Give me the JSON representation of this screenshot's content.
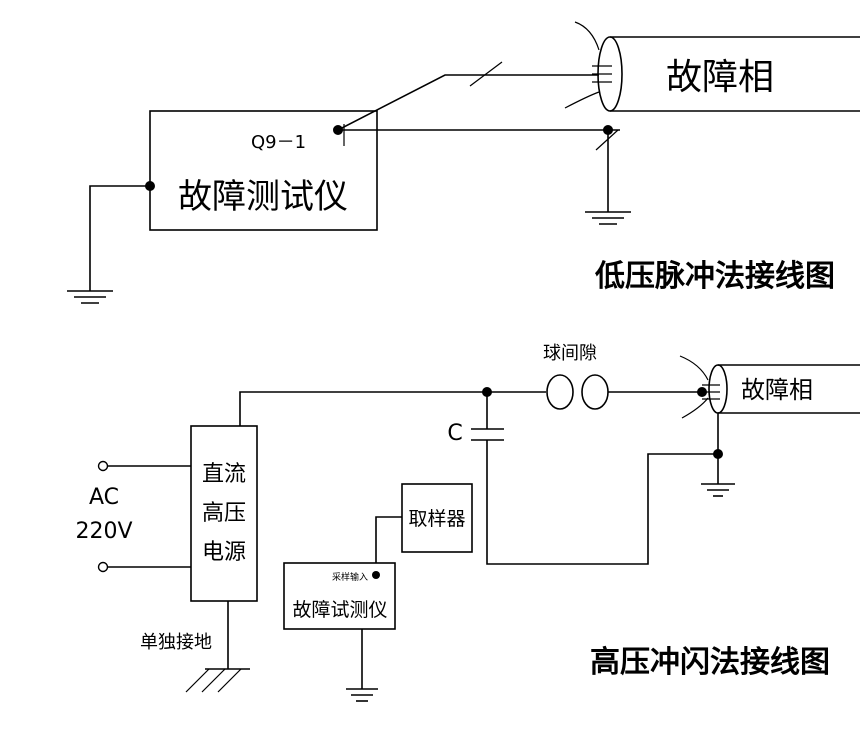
{
  "low_voltage": {
    "title": "低压脉冲法接线图",
    "instrument_label": "故障测试仪",
    "port_label": "Q9－1",
    "cable_label": "故障相"
  },
  "high_voltage": {
    "title": "高压冲闪法接线图",
    "power_supply_lines": [
      "直流",
      "高压",
      "电源"
    ],
    "ac_label_1": "AC",
    "ac_label_2": "220V",
    "ground_label": "单独接地",
    "capacitor_label": "C",
    "sphere_gap_label": "球间隙",
    "cable_label": "故障相",
    "sampler_label": "取样器",
    "instrument_label": "故障试测仪",
    "sample_input_label": "采样输入"
  }
}
